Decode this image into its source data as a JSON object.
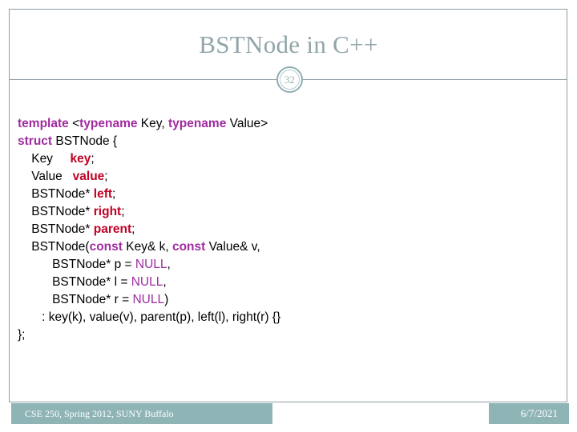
{
  "slide": {
    "title": "BSTNode in C++",
    "page_number": "32",
    "colors": {
      "title": "#91a5aa",
      "frame": "#8a9ea3",
      "footer_bar": "#8fb4b6",
      "keyword": "#a02ba0",
      "member": "#c00124",
      "plain": "#000000"
    }
  },
  "code": {
    "language": "C++",
    "lines": [
      [
        {
          "t": "template ",
          "c": "kw"
        },
        {
          "t": "<",
          "c": "plain"
        },
        {
          "t": "typename ",
          "c": "kw"
        },
        {
          "t": "Key, ",
          "c": "plain"
        },
        {
          "t": "typename ",
          "c": "kw"
        },
        {
          "t": "Value>",
          "c": "plain"
        }
      ],
      [
        {
          "t": "struct ",
          "c": "kw"
        },
        {
          "t": "BSTNode {",
          "c": "plain"
        }
      ],
      [
        {
          "t": "    Key     ",
          "c": "plain"
        },
        {
          "t": "key",
          "c": "mem"
        },
        {
          "t": ";",
          "c": "plain"
        }
      ],
      [
        {
          "t": "    Value   ",
          "c": "plain"
        },
        {
          "t": "value",
          "c": "mem"
        },
        {
          "t": ";",
          "c": "plain"
        }
      ],
      [
        {
          "t": "    BSTNode* ",
          "c": "plain"
        },
        {
          "t": "left",
          "c": "mem"
        },
        {
          "t": ";",
          "c": "plain"
        }
      ],
      [
        {
          "t": "    BSTNode* ",
          "c": "plain"
        },
        {
          "t": "right",
          "c": "mem"
        },
        {
          "t": ";",
          "c": "plain"
        }
      ],
      [
        {
          "t": "    BSTNode* ",
          "c": "plain"
        },
        {
          "t": "parent",
          "c": "mem"
        },
        {
          "t": ";",
          "c": "plain"
        }
      ],
      [
        {
          "t": "    BSTNode(",
          "c": "plain"
        },
        {
          "t": "const",
          "c": "kw"
        },
        {
          "t": " Key& k, ",
          "c": "plain"
        },
        {
          "t": "const",
          "c": "kw"
        },
        {
          "t": " Value& v,",
          "c": "plain"
        }
      ],
      [
        {
          "t": "          BSTNode* p = ",
          "c": "plain"
        },
        {
          "t": "NULL",
          "c": "nul"
        },
        {
          "t": ",",
          "c": "plain"
        }
      ],
      [
        {
          "t": "          BSTNode* l = ",
          "c": "plain"
        },
        {
          "t": "NULL",
          "c": "nul"
        },
        {
          "t": ",",
          "c": "plain"
        }
      ],
      [
        {
          "t": "          BSTNode* r = ",
          "c": "plain"
        },
        {
          "t": "NULL",
          "c": "nul"
        },
        {
          "t": ")",
          "c": "plain"
        }
      ],
      [
        {
          "t": "       : key(k), value(v), parent(p), left(l), right(r) {}",
          "c": "plain"
        }
      ],
      [
        {
          "t": "};",
          "c": "plain"
        }
      ]
    ]
  },
  "footer": {
    "course": "CSE 250, Spring 2012, SUNY Buffalo",
    "date": "6/7/2021"
  }
}
